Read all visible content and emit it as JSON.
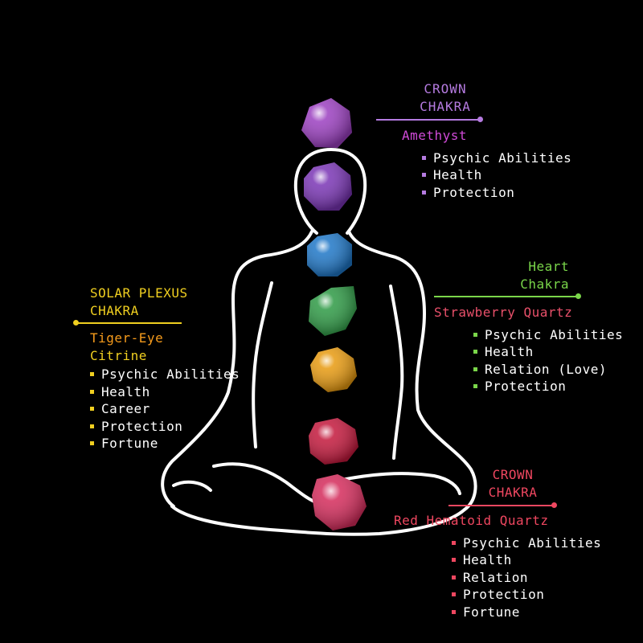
{
  "colors": {
    "background": "#000000",
    "outline": "#ffffff",
    "crown_top": "#b57be0",
    "amethyst": "#d04bd8",
    "heart": "#7ad64a",
    "strawberry": "#e8506a",
    "solar": "#f0cf20",
    "tiger": "#f59b1c",
    "crown_bottom": "#ef4760",
    "red_hematoid": "#ef4760"
  },
  "stones": [
    {
      "name": "amethyst-top",
      "color": "#9b3fc0"
    },
    {
      "name": "amethyst-head",
      "color": "#7a35b5"
    },
    {
      "name": "blue-throat",
      "color": "#1f77c7"
    },
    {
      "name": "green-heart",
      "color": "#2e9a45"
    },
    {
      "name": "yellow-solar",
      "color": "#e79a10"
    },
    {
      "name": "red-sacral",
      "color": "#c3183c"
    },
    {
      "name": "pink-root",
      "color": "#d42b5b"
    }
  ],
  "crown_top": {
    "title_line1": "CROWN",
    "title_line2": "CHAKRA",
    "stone": "Amethyst",
    "items": [
      "Psychic Abilities",
      "Health",
      "Protection"
    ]
  },
  "heart": {
    "title_line1": "Heart",
    "title_line2": "Chakra",
    "stone": "Strawberry Quartz",
    "items": [
      "Psychic Abilities",
      "Health",
      "Relation (Love)",
      "Protection"
    ]
  },
  "solar": {
    "title_line1": "SOLAR PLEXUS",
    "title_line2": "CHAKRA",
    "stone_line1": "Tiger-Eye",
    "stone_line2": "Citrine",
    "items": [
      "Psychic Abilities",
      "Health",
      "Career",
      "Protection",
      "Fortune"
    ]
  },
  "crown_bottom": {
    "title_line1": "CROWN",
    "title_line2": "CHAKRA",
    "stone": "Red Hematoid Quartz",
    "items": [
      "Psychic Abilities",
      "Health",
      "Relation",
      "Protection",
      "Fortune"
    ]
  }
}
